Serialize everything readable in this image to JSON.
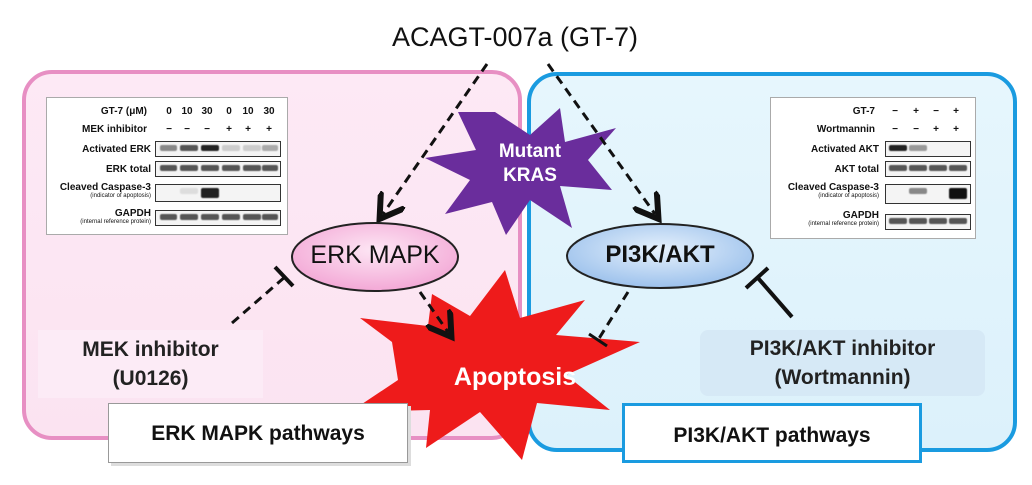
{
  "title": "ACAGT-007a (GT-7)",
  "mutant": {
    "line1": "Mutant",
    "line2": "KRAS"
  },
  "apoptosis": "Apoptosis",
  "erk_node": "ERK MAPK",
  "pi3k_node": "PI3K/AKT",
  "mek": {
    "line1": "MEK inhibitor",
    "line2": "(U0126)"
  },
  "pi3k_inhibitor": {
    "line1": "PI3K/AKT inhibitor",
    "line2": "(Wortmannin)"
  },
  "erk_pathway_label": "ERK MAPK pathways",
  "pi3k_pathway_label": "PI3K/AKT pathways",
  "colors": {
    "pink_border": "#e78fc3",
    "blue_border": "#1a9be0",
    "star_purple": "#6a2d9c",
    "star_red": "#ee1b1b"
  },
  "left_blot": {
    "header1_label": "GT-7 (μM)",
    "header1_values": [
      "0",
      "10",
      "30",
      "0",
      "10",
      "30"
    ],
    "header2_label": "MEK inhibitor",
    "header2_values": [
      "−",
      "−",
      "−",
      "+",
      "+",
      "+"
    ],
    "rows": [
      {
        "label": "Activated ERK",
        "sub": ""
      },
      {
        "label": "ERK total",
        "sub": ""
      },
      {
        "label": "Cleaved Caspase-3",
        "sub": "(indicator of apoptosis)"
      },
      {
        "label": "GAPDH",
        "sub": "(internal reference protein)"
      }
    ]
  },
  "right_blot": {
    "header1_label": "GT-7",
    "header1_values": [
      "−",
      "+",
      "−",
      "+"
    ],
    "header2_label": "Wortmannin",
    "header2_values": [
      "−",
      "−",
      "+",
      "+"
    ],
    "rows": [
      {
        "label": "Activated AKT",
        "sub": ""
      },
      {
        "label": "AKT total",
        "sub": ""
      },
      {
        "label": "Cleaved Caspase-3",
        "sub": "(indicator of apoptosis)"
      },
      {
        "label": "GAPDH",
        "sub": "(internal reference protein)"
      }
    ]
  }
}
